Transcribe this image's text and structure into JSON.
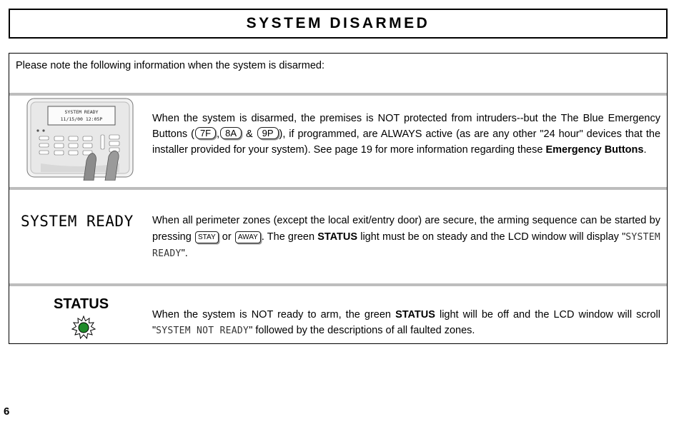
{
  "title": "SYSTEM DISARMED",
  "intro": "Please note the following information when the system is disarmed:",
  "section1": {
    "keypad_display_line1": "SYSTEM READY",
    "keypad_display_line2": "11/15/00  12:05P",
    "text_a": "When the system is disarmed, the premises is NOT protected from intruders--but the The Blue Emergency Buttons (",
    "key1": "7F",
    "sep1": ",",
    "key2": "8A",
    "sep2": "&",
    "key3": "9P",
    "text_b": "), if programmed, are ALWAYS active (as are any other \"24 hour\" devices that the installer provided for your system).  See page 19 for more information regarding these ",
    "bold": "Emergency Buttons",
    "text_c": "."
  },
  "section2": {
    "label": "SYSTEM READY",
    "text_a": "When all perimeter zones (except the local exit/entry door) are secure, the arming sequence can be started by pressing ",
    "key_stay": "STAY",
    "or": "or",
    "key_away": "AWAY",
    "text_b": ".  The green ",
    "bold": "STATUS",
    "text_c": " light must be on steady and the LCD window will display \"",
    "lcd": "SYSTEM READY",
    "text_d": "\"."
  },
  "section3": {
    "label": "STATUS",
    "text_a": "When the system is NOT ready to arm, the green ",
    "bold": "STATUS",
    "text_b": " light will be off and the LCD window will scroll \"",
    "lcd": "SYSTEM NOT READY",
    "text_c": "\" followed by the descriptions of all faulted zones."
  },
  "page_number": "6",
  "colors": {
    "status_light": "#1f8a2a",
    "divider": "#bdbdbd"
  }
}
